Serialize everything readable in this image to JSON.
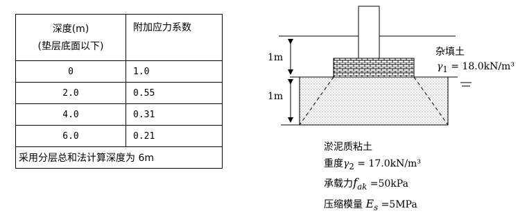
{
  "table": {
    "header_depth_line1": "深度(m)",
    "header_depth_line2": "(垫层底面以下)",
    "header_coef": "附加应力系数",
    "rows": [
      {
        "depth": "0",
        "coef": "1.0"
      },
      {
        "depth": "2.0",
        "coef": "0.55"
      },
      {
        "depth": "4.0",
        "coef": "0.31"
      },
      {
        "depth": "6.0",
        "coef": "0.21"
      }
    ],
    "note": "采用分层总和法计算深度为 6m"
  },
  "diagram": {
    "dim_top": "1m",
    "dim_bottom": "1m",
    "fill_soil": {
      "name": "杂填土",
      "gamma_symbol": "γ",
      "gamma_sub": "1",
      "gamma_value": " = 18.0kN/m³"
    },
    "clay": {
      "name": "淤泥质粘土",
      "gamma_label": "重度",
      "gamma_symbol": "γ",
      "gamma_sub": "2",
      "gamma_value": " = 17.0kN/m³",
      "fak_label": "承载力",
      "fak_symbol": "f",
      "fak_sub": "ak",
      "fak_value": " =50kPa",
      "es_label": "压缩模量",
      "es_symbol": "E",
      "es_sub": "s",
      "es_value": " =5MPa"
    }
  }
}
